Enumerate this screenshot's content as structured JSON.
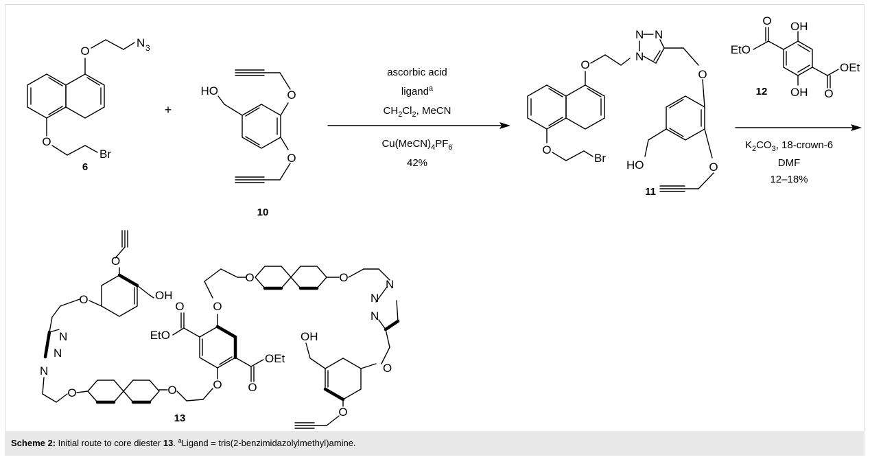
{
  "compounds": {
    "c6": {
      "label": "6",
      "atoms": {
        "O1": "O",
        "O2": "O",
        "N": "N",
        "n3": "3",
        "Br": "Br"
      }
    },
    "c10": {
      "label": "10",
      "atoms": {
        "HO": "HO",
        "O1": "O",
        "O2": "O"
      }
    },
    "c11": {
      "label": "11",
      "atoms": {
        "O1": "O",
        "O2": "O",
        "O3": "O",
        "N1": "N",
        "N2": "N",
        "N3": "N",
        "Br": "Br",
        "HO": "HO",
        "O4": "O"
      }
    },
    "c12": {
      "label": "12",
      "atoms": {
        "O_top": "O",
        "OH_top": "OH",
        "EtO": "EtO",
        "OEt": "OEt",
        "OH_bot": "OH",
        "O_bot": "O"
      }
    },
    "c13": {
      "label": "13",
      "atoms": {
        "O": "O",
        "OH": "OH",
        "EtO": "EtO",
        "OEt": "OEt",
        "N": "N"
      }
    }
  },
  "plus": "+",
  "reaction1": {
    "line1": "ascorbic acid",
    "line2": "ligand",
    "line2_sup": "a",
    "line3_a": "CH",
    "line3_sub1": "2",
    "line3_b": "Cl",
    "line3_sub2": "2",
    "line3_c": ", MeCN",
    "line4_a": "Cu(MeCN)",
    "line4_sub1": "4",
    "line4_b": "PF",
    "line4_sub2": "6",
    "yield": "42%"
  },
  "reaction2": {
    "line1_a": "K",
    "line1_sub1": "2",
    "line1_b": "CO",
    "line1_sub2": "3",
    "line1_c": ", 18-crown-6",
    "line2": "DMF",
    "yield": "12–18%"
  },
  "caption": {
    "prefix": "Scheme 2:",
    "text1": " Initial route to core diester ",
    "bold1": "13",
    "text2": ". ",
    "sup": "a",
    "text3": "Ligand = tris(2-benzimidazolylmethyl)amine."
  }
}
